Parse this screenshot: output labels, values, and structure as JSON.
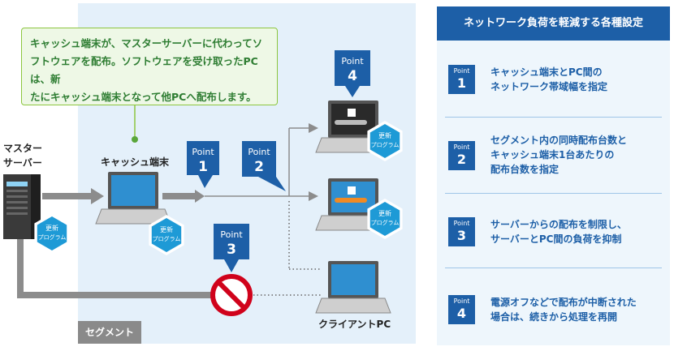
{
  "callout": {
    "line1": "キャッシュ端末が、マスターサーバーに代わってソ",
    "line2": "フトウェアを配布。ソフトウェアを受け取ったPCは、新",
    "line3": "たにキャッシュ端末となって他PCへ配布します。"
  },
  "labels": {
    "master_line1": "マスター",
    "master_line2": "サーバー",
    "cache_terminal": "キャッシュ端末",
    "client_pc": "クライアントPC",
    "segment": "セグメント"
  },
  "badges": {
    "update_line1": "更新",
    "update_line2": "プログラム"
  },
  "point_word": "Point",
  "diagram_points": [
    "1",
    "2",
    "3",
    "4"
  ],
  "panel": {
    "title": "ネットワーク負荷を軽減する各種設定",
    "items": [
      {
        "num": "1",
        "line1": "キャッシュ端末とPC間の",
        "line2": "ネットワーク帯域幅を指定",
        "line3": ""
      },
      {
        "num": "2",
        "line1": "セグメント内の同時配布台数と",
        "line2": "キャッシュ端末1台あたりの",
        "line3": "配布台数を指定"
      },
      {
        "num": "3",
        "line1": "サーバーからの配布を制限し、",
        "line2": "サーバーとPC間の負荷を抑制",
        "line3": ""
      },
      {
        "num": "4",
        "line1": "電源オフなどで配布が中断された",
        "line2": "場合は、続きから処理を再開",
        "line3": ""
      }
    ]
  },
  "colors": {
    "brand_blue": "#1d5fa7",
    "segment_bg": "#e4f0fa",
    "arrow_gray": "#8c8c8c",
    "callout_green": "#8cc63f",
    "stop_red": "#d0021b"
  }
}
